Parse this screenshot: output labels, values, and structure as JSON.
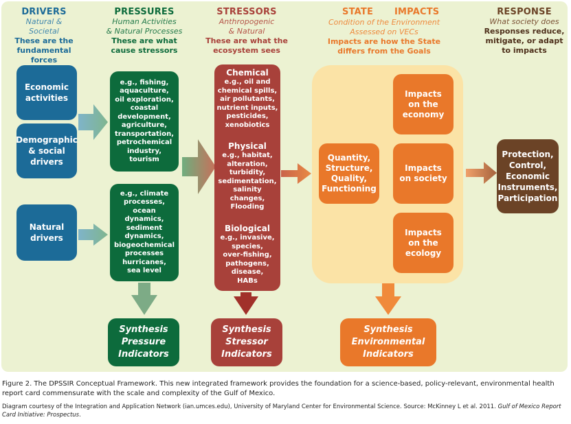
{
  "colors": {
    "drivers": "#1c6b98",
    "pressures": "#0d6b3c",
    "stressors": "#a8413a",
    "state": "#e9782a",
    "impacts_panel": "#fbe3a6",
    "response": "#6b4326",
    "background": "#ecf2d2"
  },
  "headers": {
    "drivers": {
      "title": "DRIVERS",
      "subtitle": "Natural &\nSocietal",
      "desc": "These are the\nfundamental forces"
    },
    "pressures": {
      "title": "PRESSURES",
      "subtitle": "Human Activities\n& Natural Processes",
      "desc": "These are what\ncause stressors"
    },
    "stressors": {
      "title": "STRESSORS",
      "subtitle": "Anthropogenic\n& Natural",
      "desc": "These are what the\necosystem sees"
    },
    "state": {
      "title": "STATE",
      "subtitle": "Condition of the Environment\nAssessed on VECs",
      "desc": "Impacts are how the State\ndiffers from the Goals"
    },
    "impacts": {
      "title": "IMPACTS"
    },
    "response": {
      "title": "RESPONSE",
      "subtitle": "What society does",
      "desc": "Responses reduce,\nmitigate, or adapt\nto impacts"
    }
  },
  "drivers_boxes": [
    "Economic\nactivities",
    "Demographic\n& social\ndrivers",
    "Natural\ndrivers"
  ],
  "pressures_boxes": [
    "e.g., fishing,\naquaculture,\noil exploration,\ncoastal\ndevelopment,\nagriculture,\ntransportation,\npetrochemical\nindustry,\ntourism",
    "e.g., climate\nprocesses,\nocean\ndynamics,\nsediment\ndynamics,\nbiogeochemical\nprocesses\nhurricanes,\nsea level"
  ],
  "stressors": {
    "chemical": {
      "title": "Chemical",
      "text": "e.g., oil and\nchemical spills,\nair pollutants,\nnutrient inputs,\npesticides,\nxenobiotics"
    },
    "physical": {
      "title": "Physical",
      "text": "e.g., habitat,\nalteration,\nturbidity,\nsedimentation,\nsalinity\nchanges,\nFlooding"
    },
    "biological": {
      "title": "Biological",
      "text": "e.g., invasive,\nspecies,\nover-fishing,\npathogens,\ndisease,\nHABs"
    }
  },
  "state_box": "Quantity,\nStructure,\nQuality,\nFunctioning",
  "impacts_boxes": [
    "Impacts\non the\neconomy",
    "Impacts\non society",
    "Impacts\non the\necology"
  ],
  "response_box": "Protection,\nControl,\nEconomic\nInstruments,\nParticipation",
  "synthesis": {
    "pressure": "Synthesis\nPressure\nIndicators",
    "stressor": "Synthesis\nStressor\nIndicators",
    "environmental": "Synthesis\nEnvironmental\nIndicators"
  },
  "caption": {
    "main": "Figure 2. The DPSSIR Conceptual Framework. This new integrated framework provides the foundation for a science-based, policy-relevant, environmental health report card commensurate with the scale and complexity of the Gulf of Mexico.",
    "credit_prefix": "Diagram courtesy of the Integration and Application Network (ian.umces.edu), University of Maryland Center for Environmental Science. Source: McKinney L et al. 2011. ",
    "credit_italic": "Gulf of Mexico Report Card Initiative: Prospectus",
    "credit_suffix": "."
  }
}
